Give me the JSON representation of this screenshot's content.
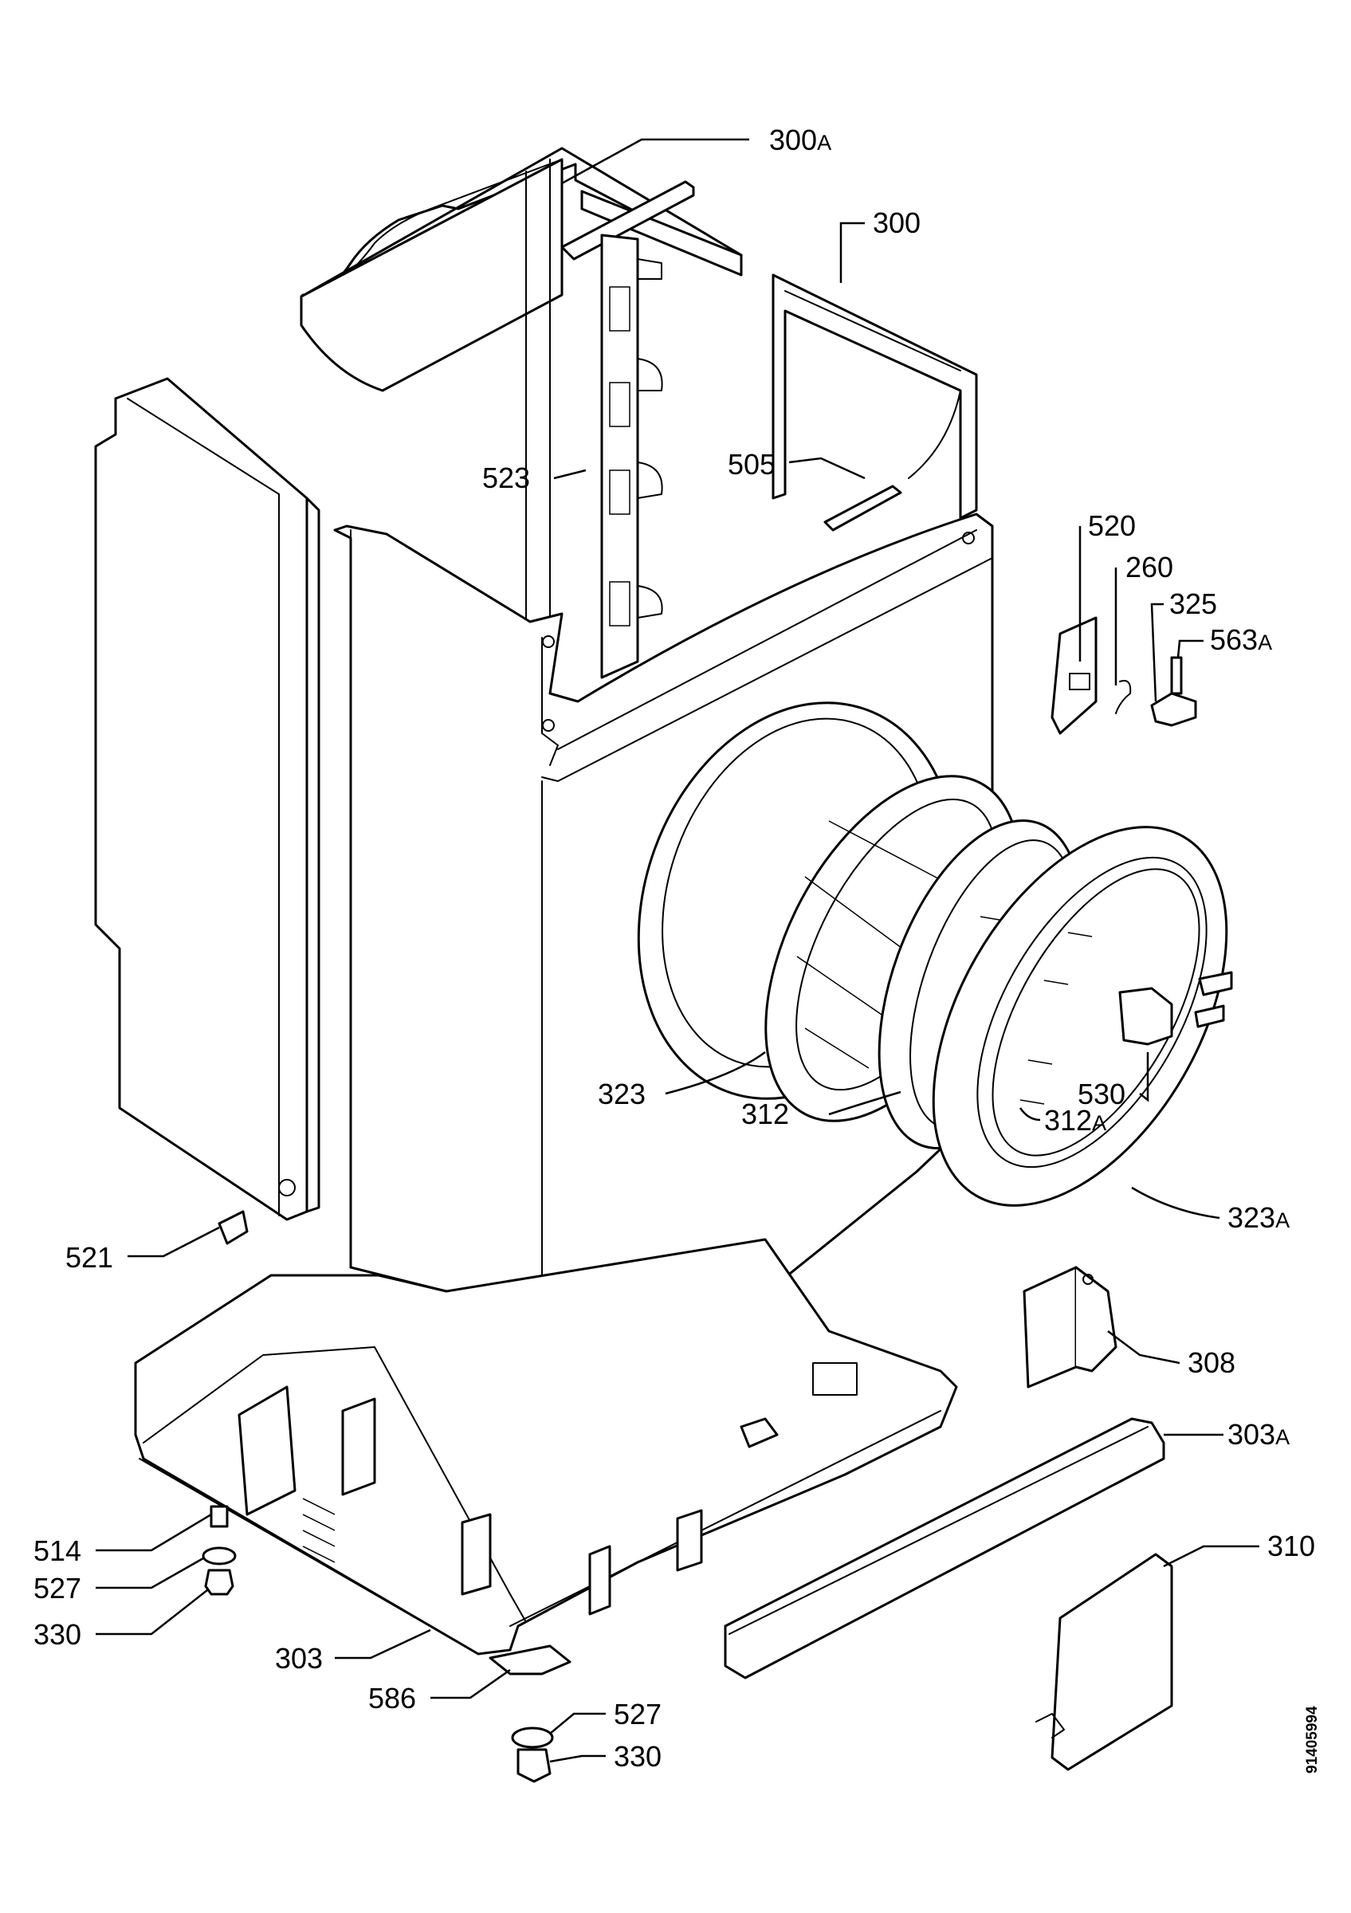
{
  "drawing": {
    "document_number": "91405994",
    "callouts": [
      {
        "id": "300A",
        "num": "300",
        "suffix": "A"
      },
      {
        "id": "300",
        "num": "300",
        "suffix": ""
      },
      {
        "id": "523",
        "num": "523",
        "suffix": ""
      },
      {
        "id": "505",
        "num": "505",
        "suffix": ""
      },
      {
        "id": "520",
        "num": "520",
        "suffix": ""
      },
      {
        "id": "260",
        "num": "260",
        "suffix": ""
      },
      {
        "id": "325",
        "num": "325",
        "suffix": ""
      },
      {
        "id": "563A",
        "num": "563",
        "suffix": "A"
      },
      {
        "id": "323",
        "num": "323",
        "suffix": ""
      },
      {
        "id": "312",
        "num": "312",
        "suffix": ""
      },
      {
        "id": "530",
        "num": "530",
        "suffix": ""
      },
      {
        "id": "312A",
        "num": "312",
        "suffix": "A"
      },
      {
        "id": "323A",
        "num": "323",
        "suffix": "A"
      },
      {
        "id": "521",
        "num": "521",
        "suffix": ""
      },
      {
        "id": "308",
        "num": "308",
        "suffix": ""
      },
      {
        "id": "303A",
        "num": "303",
        "suffix": "A"
      },
      {
        "id": "310",
        "num": "310",
        "suffix": ""
      },
      {
        "id": "514",
        "num": "514",
        "suffix": ""
      },
      {
        "id": "527-left",
        "num": "527",
        "suffix": ""
      },
      {
        "id": "330-left",
        "num": "330",
        "suffix": ""
      },
      {
        "id": "303",
        "num": "303",
        "suffix": ""
      },
      {
        "id": "586",
        "num": "586",
        "suffix": ""
      },
      {
        "id": "527-right",
        "num": "527",
        "suffix": ""
      },
      {
        "id": "330-right",
        "num": "330",
        "suffix": ""
      }
    ]
  }
}
